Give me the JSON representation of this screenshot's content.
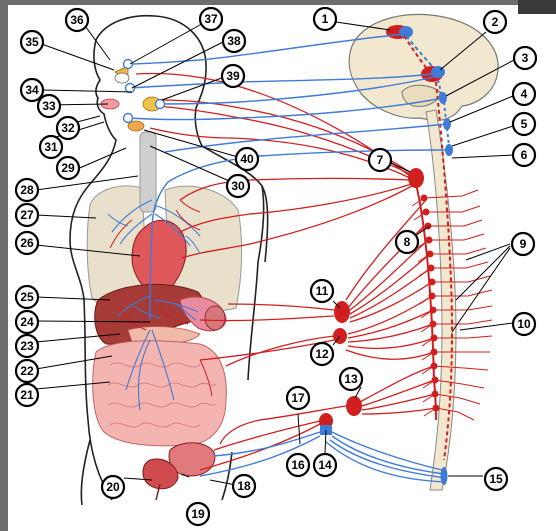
{
  "figure": {
    "labels": [
      "1",
      "2",
      "3",
      "4",
      "5",
      "6",
      "7",
      "8",
      "9",
      "10",
      "11",
      "12",
      "13",
      "14",
      "15",
      "16",
      "17",
      "18",
      "19",
      "20",
      "21",
      "22",
      "23",
      "24",
      "25",
      "26",
      "27",
      "28",
      "29",
      "30",
      "31",
      "32",
      "33",
      "34",
      "35",
      "36",
      "37",
      "38",
      "39",
      "40"
    ]
  },
  "colors": {
    "sympathetic": "#d11f1f",
    "parasympathetic": "#3f7bd8",
    "brain": "#f2e8cf",
    "lung": "#e9e0cc",
    "heart": "#e0585a",
    "liver": "#a63a36",
    "intestine": "#f4b4b0"
  }
}
